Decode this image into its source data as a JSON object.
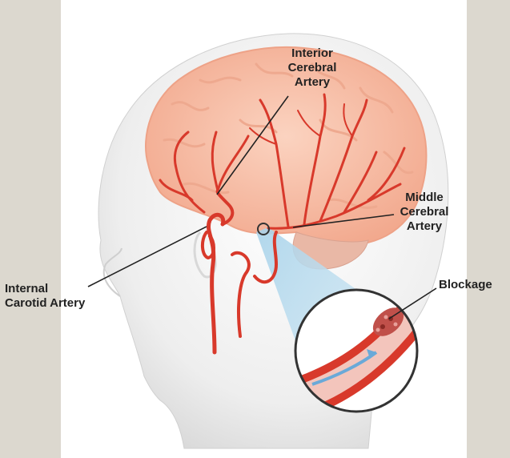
{
  "labels": {
    "anterior": {
      "line1": "Interior",
      "line2": "Cerebral",
      "line3": "Artery"
    },
    "middle": {
      "line1": "Middle",
      "line2": "Cerebral",
      "line3": "Artery"
    },
    "internal": {
      "line1": "Internal",
      "line2": "Carotid Artery"
    },
    "blockage": {
      "line1": "Blockage"
    }
  },
  "colors": {
    "background": "#dcd8cf",
    "panel": "#ffffff",
    "brain": "#f4b9a0",
    "artery": "#d8392b",
    "zoom_cone": "#b9dcef",
    "callout_line": "#222222"
  }
}
